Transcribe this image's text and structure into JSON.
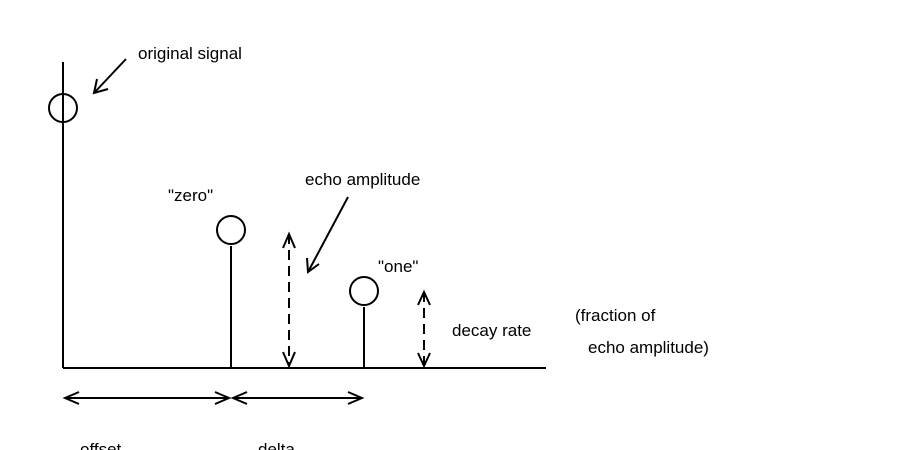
{
  "labels": {
    "original_signal": "original signal",
    "echo_amplitude": "echo amplitude",
    "zero": "\"zero\"",
    "one": "\"one\"",
    "decay_rate": "decay rate",
    "fraction_of": "(fraction of",
    "echo_amplitude_paren": "echo amplitude)",
    "offset": "offset",
    "delta": "delta"
  },
  "colors": {
    "ink": "#000000",
    "background": "#ffffff"
  }
}
